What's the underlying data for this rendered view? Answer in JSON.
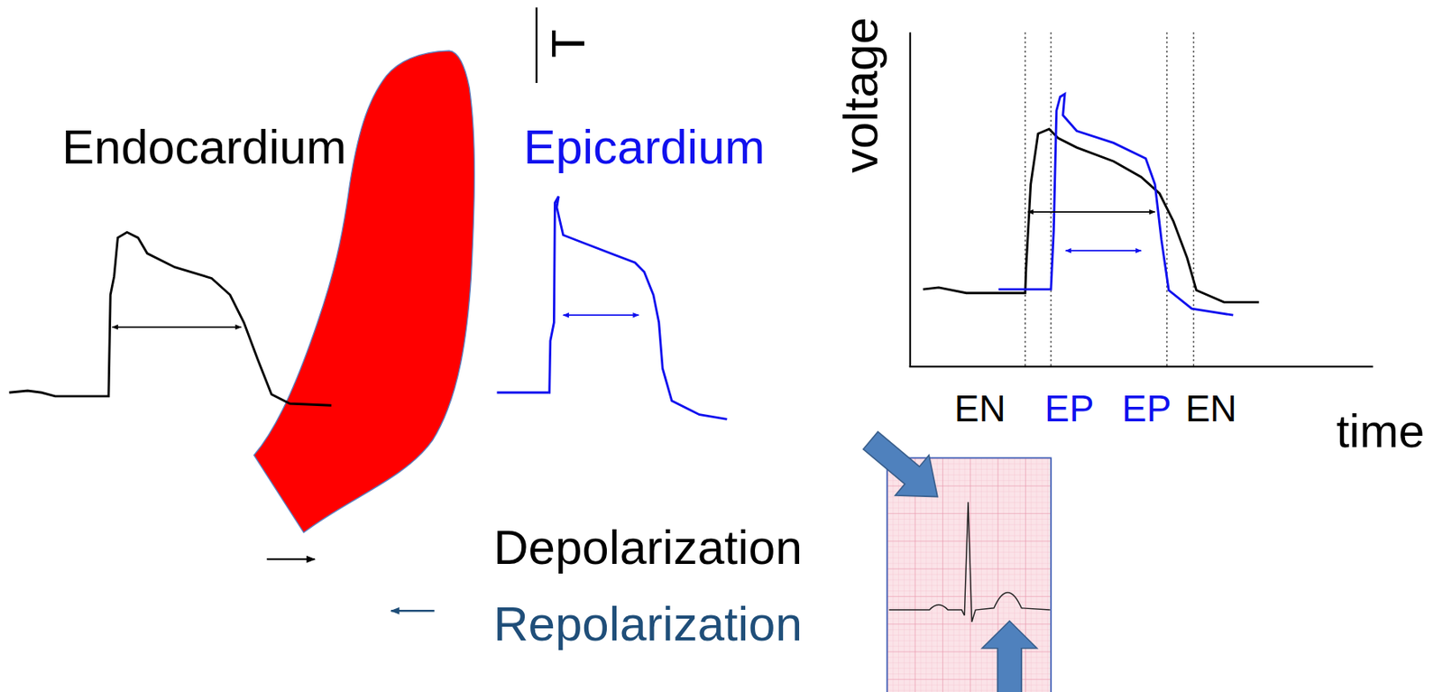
{
  "diagram": {
    "labels": [
      "Endocardium",
      "Epicardium",
      "T",
      "voltage",
      "EN",
      "EP",
      "EP",
      "EN",
      "time"
    ],
    "legend": [
      {
        "text": "Depolarization"
      },
      {
        "text": "Repolarization"
      }
    ]
  }
}
